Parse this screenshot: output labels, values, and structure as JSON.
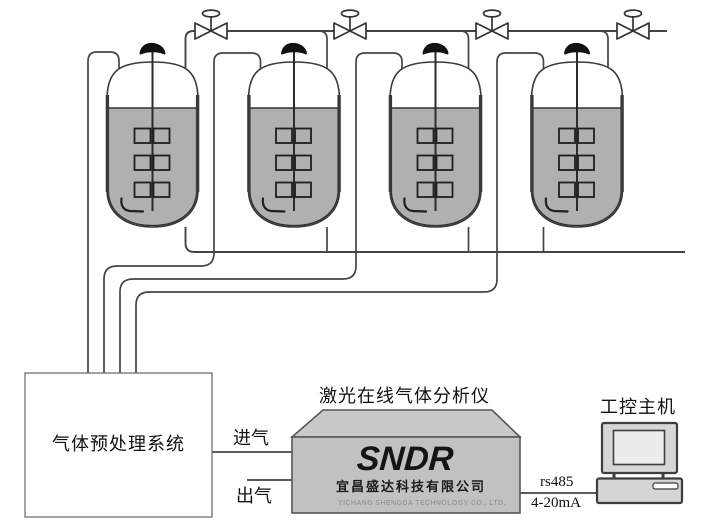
{
  "pretreatment": {
    "label": "气体预处理系统"
  },
  "analyzer": {
    "title": "激光在线气体分析仪",
    "logo": "SNDR",
    "company_cn": "宜昌盛达科技有限公司",
    "company_en": "YICHANG SHENGDA TECHNOLOGY CO., LTD."
  },
  "computer": {
    "label": "工控主机"
  },
  "connections": {
    "inlet_label": "进气",
    "outlet_label": "出气",
    "serial_label": "rs485",
    "analog_label": "4-20mA"
  },
  "equipment": {
    "reactor_count": 4,
    "valve_count": 4
  },
  "colors": {
    "line": "#454545",
    "liquid_gray": "#b0b0b0",
    "analyzer_gray": "#c3c3c3",
    "computer_gray": "#d6d6d6"
  }
}
